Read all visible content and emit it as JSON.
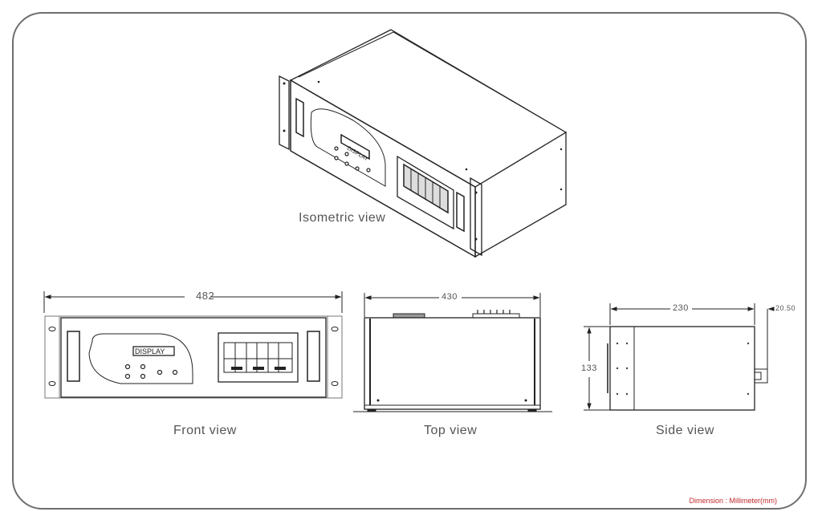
{
  "views": {
    "isometric": {
      "label": "Isometric view",
      "display_text": "DISPLAY"
    },
    "front": {
      "label": "Front view",
      "width_dim": "482",
      "display_text": "DISPLAY"
    },
    "top": {
      "label": "Top view",
      "width_dim": "430"
    },
    "side": {
      "label": "Side view",
      "depth_dim": "230",
      "height_dim": "133",
      "handle_dim": "20.50"
    }
  },
  "note": "Dimension : Millimeter(mm)",
  "colors": {
    "line": "#222222",
    "frame": "#6e6e6e",
    "note": "#c0282d"
  }
}
